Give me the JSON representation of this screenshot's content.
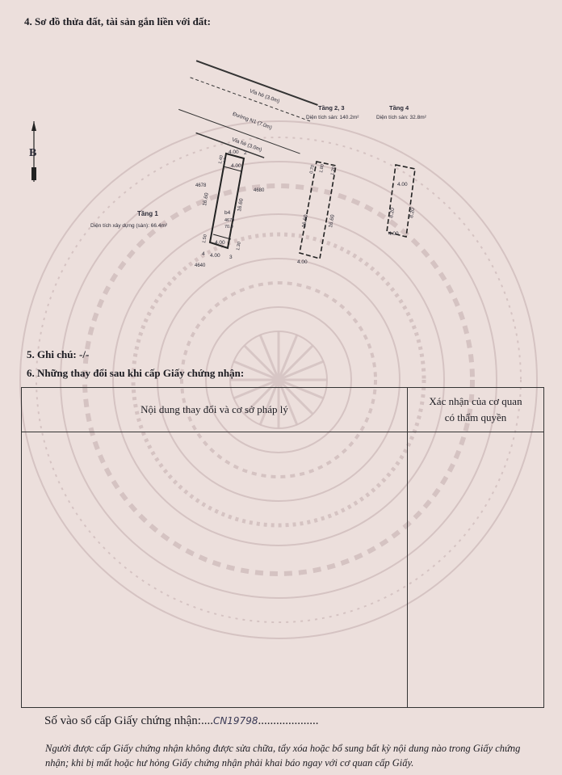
{
  "section4": {
    "title": "4. Sơ đồ thửa đất, tài sản gắn liền với đất:"
  },
  "diagram": {
    "north": "B",
    "via_he_top": "Vỉa hè (3.0m)",
    "duong": "Đường N1 (7.0m)",
    "via_he": "Vỉa hè (3.0m)",
    "lot_id": "b4",
    "lot_sub": "4679",
    "lot_area": "70.0",
    "neighbor_left": "4678",
    "neighbor_right": "4680",
    "neighbor_bottom": "4640",
    "dims": {
      "d400": "4.00",
      "d1660": "16.60",
      "d1440": "14.40",
      "d150": "1.50",
      "d140": "1.40",
      "d160": "1.60",
      "d070": "0.70",
      "d180": "1.80",
      "d820": "8.20",
      "d120": "1.20",
      "d130": "1.30"
    },
    "corners": {
      "c1": "1",
      "c2": "2",
      "c3": "3",
      "c4": "4"
    },
    "tang1": {
      "label": "Tầng 1",
      "area": "Diện tích xây dựng (sàn): 66.4m²"
    },
    "tang23": {
      "label": "Tầng 2, 3",
      "area": "Diện tích sàn: 140.2m²"
    },
    "tang4": {
      "label": "Tầng 4",
      "area": "Diện tích sàn: 32.8m²"
    }
  },
  "section5": {
    "title": "5. Ghi chú: -/-"
  },
  "section6": {
    "title": "6. Những thay đổi sau khi cấp Giấy chứng nhận:"
  },
  "table": {
    "col1_header": "Nội dung thay đổi và cơ sở pháp lý",
    "col2_header_line1": "Xác nhận của cơ quan",
    "col2_header_line2": "có thẩm quyền"
  },
  "registry": {
    "label": "Số vào sổ cấp Giấy chứng nhận:",
    "dots_before": "....",
    "number": "CN19798",
    "dots_after": "...................."
  },
  "footer": "Người được cấp Giấy chứng nhận không được sửa chữa, tẩy xóa hoặc bổ sung bất kỳ nội dung nào trong Giấy chứng nhận; khi bị mất hoặc hư hỏng Giấy chứng nhận phải khai báo ngay với cơ quan cấp Giấy.",
  "colors": {
    "paper": "#ecdfdc",
    "seal": "#cdb8b8",
    "ink": "#1c1c22"
  }
}
